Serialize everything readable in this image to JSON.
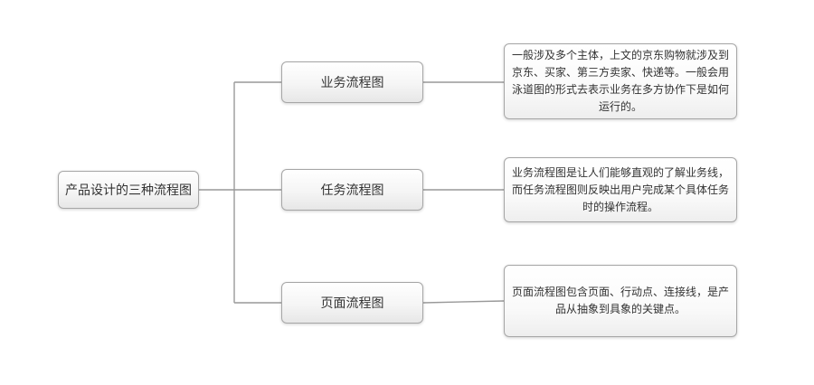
{
  "diagram": {
    "title": "产品设计的三种流程图",
    "root": {
      "label": "产品设计的三种流程图"
    },
    "branches": [
      {
        "label": "业务流程图",
        "description": "一般涉及多个主体，上文的京东购物就涉及到京东、买家、第三方卖家、快递等。一般会用泳道图的形式去表示业务在多方协作下是如何运行的。"
      },
      {
        "label": "任务流程图",
        "description": "业务流程图是让人们能够直观的了解业务线，而任务流程图则反映出用户完成某个具体任务时的操作流程。"
      },
      {
        "label": "页面流程图",
        "description": "页面流程图包含页面、行动点、连接线，是产品从抽象到具象的关键点。"
      }
    ],
    "colors": {
      "background": "#ffffff",
      "box_border": "#a6a6a6",
      "box_fill_top": "#ffffff",
      "box_fill_bottom": "#e7e7e7",
      "connector": "#999999",
      "text": "#333333"
    }
  }
}
